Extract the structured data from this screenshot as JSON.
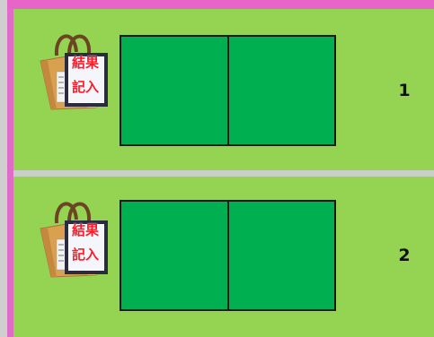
{
  "rows": [
    {
      "bag_label_line1": "結果",
      "bag_label_line2": "記入",
      "number": "1"
    },
    {
      "bag_label_line1": "結果",
      "bag_label_line2": "記入",
      "number": "2"
    }
  ],
  "colors": {
    "panel_background": "#95d352",
    "board_green": "#00b050",
    "frame_pink": "#e864c8",
    "label_red": "#ff1a2a"
  },
  "icons": [
    "shopping-bag-icon"
  ]
}
